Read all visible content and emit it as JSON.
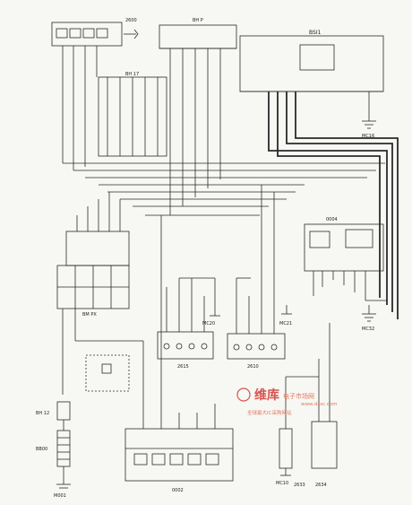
{
  "labels": {
    "bsi1": "BSI1",
    "bhp": "BH P",
    "bh12": "BH 12",
    "bh17": "BH 17",
    "bb00": "BB00",
    "bmpx": "BM PX",
    "m001": "M001",
    "mc16": "MC16",
    "mc32": "MC32",
    "mc10": "MC10",
    "mc20": "MC20",
    "mc21": "MC21",
    "sw2615": "2615",
    "sw2610": "2610",
    "sw2633": "2633",
    "sw2634": "2634",
    "sw0002": "0002",
    "ic0004": "0004",
    "sh2600": "2600"
  },
  "watermark": {
    "brand": "维库",
    "site": "电子市场网",
    "url": "www.dzsc.com",
    "slogan": "全球最大IC采购网站"
  },
  "colors": {
    "line": "#2a2a2a",
    "paper": "#f7f7f4",
    "watermark": "#d9534f"
  }
}
